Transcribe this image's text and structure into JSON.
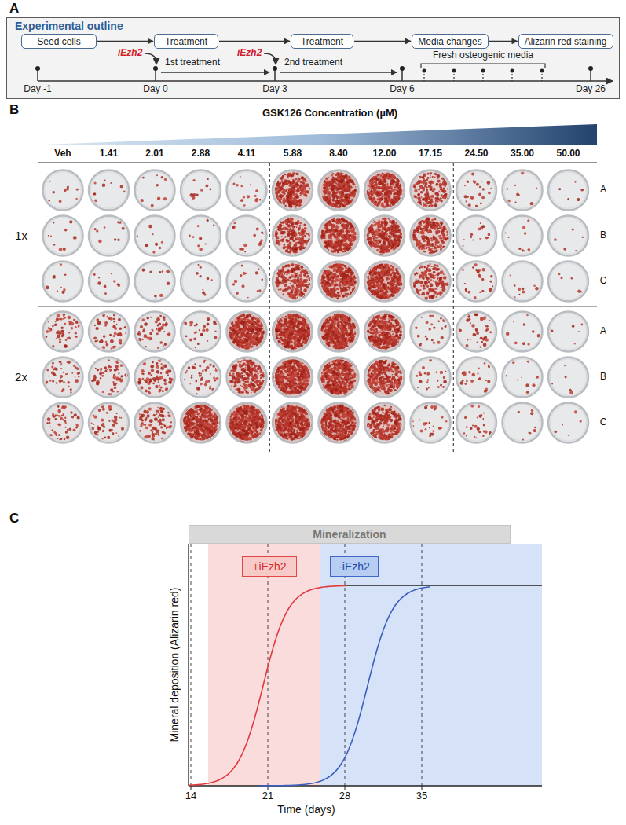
{
  "diagram": {
    "nodes": [
      {
        "text": [
          "Experimental outline"
        ]
      },
      {
        "text": [
          "Seed cells"
        ],
        "in": 0
      },
      {
        "text": [
          "Treatment"
        ],
        "in": 0
      },
      {
        "text": [
          "Treatment"
        ],
        "in": 0
      },
      {
        "text": [
          "Media changes"
        ],
        "in": 0
      },
      {
        "text": [
          "Alizarin red staining"
        ],
        "in": 0
      },
      {
        "text": [
          "Mineralization"
        ]
      },
      {
        "text": [
          "+iEzh2"
        ]
      },
      {
        "text": [
          "-iEzh2"
        ]
      }
    ],
    "edges": [
      {
        "from": 1,
        "to": 2,
        "arrow": "to"
      },
      {
        "from": 2,
        "to": 3,
        "arrow": "to"
      },
      {
        "from": 3,
        "to": 4,
        "arrow": "to"
      },
      {
        "from": 4,
        "to": 5,
        "arrow": "to"
      }
    ],
    "labels": [
      "A",
      "iEzh2",
      "iEzh2",
      "1st treatment",
      "2nd treatment",
      "Fresh osteogenic media",
      "Day -1",
      "Day 0",
      "Day 3",
      "Day 6",
      "Day 26",
      "B",
      "GSK126 Concentration (µM)",
      "Veh",
      "1.41",
      "2.01",
      "2.88",
      "4.11",
      "5.88",
      "8.40",
      "12.00",
      "17.15",
      "24.50",
      "35.00",
      "50.00",
      "1x",
      "A",
      "B",
      "C",
      "2x",
      "A",
      "B",
      "C",
      "C",
      "Mineral deposition (Alizarin red)",
      "14",
      "21",
      "28",
      "35",
      "Time (days)"
    ]
  }
}
